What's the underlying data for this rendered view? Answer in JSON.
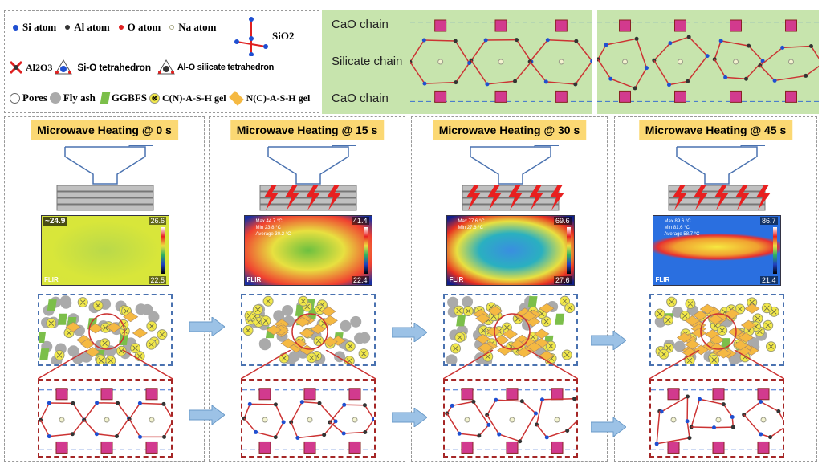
{
  "legend": {
    "atoms": [
      "Si atom",
      "Al atom",
      "O atom",
      "Na atom"
    ],
    "sio2": "SiO2",
    "al2o3": "Al2O3",
    "si_o_tetra": "Si-O tetrahedron",
    "al_o_tetra": "Al-O silicate tetrahedron",
    "materials": [
      "Pores",
      "Fly ash",
      "GGBFS",
      "C(N)-A-S-H gel",
      "N(C)-A-S-H gel"
    ],
    "colors": {
      "si": "#1f4fd1",
      "al": "#333333",
      "o": "#e02020",
      "na": "#f4f4d0",
      "pores": "#ffffff",
      "fly_ash": "#aaaaaa",
      "ggbfs": "#7cbf4a",
      "cash": "#f2e84a",
      "nash": "#f5b942"
    }
  },
  "structure": {
    "chains": [
      "CaO chain",
      "Silicate chain",
      "CaO chain"
    ]
  },
  "panels": [
    {
      "title": "Microwave Heating @ 0 s",
      "thermal": {
        "top_left": "~24.9",
        "max": "26.6",
        "min": "22.5",
        "brand": "FLIR"
      }
    },
    {
      "title": "Microwave Heating @ 15 s",
      "thermal": {
        "readout": [
          "Max 44.7 °C",
          "Min 23.8 °C",
          "Average 30.2 °C"
        ],
        "max": "41.4",
        "min": "22.4",
        "brand": "FLIR"
      }
    },
    {
      "title": "Microwave Heating @ 30 s",
      "thermal": {
        "readout": [
          "Max 77.6 °C",
          "Min 27.6 °C"
        ],
        "max": "69.6",
        "min": "27.6",
        "brand": "FLIR"
      }
    },
    {
      "title": "Microwave Heating @ 45 s",
      "thermal": {
        "readout": [
          "Max 89.6 °C",
          "Min 81.6 °C",
          "Average 58.7 °C"
        ],
        "max": "86.7",
        "min": "21.4",
        "brand": "FLIR"
      }
    }
  ]
}
